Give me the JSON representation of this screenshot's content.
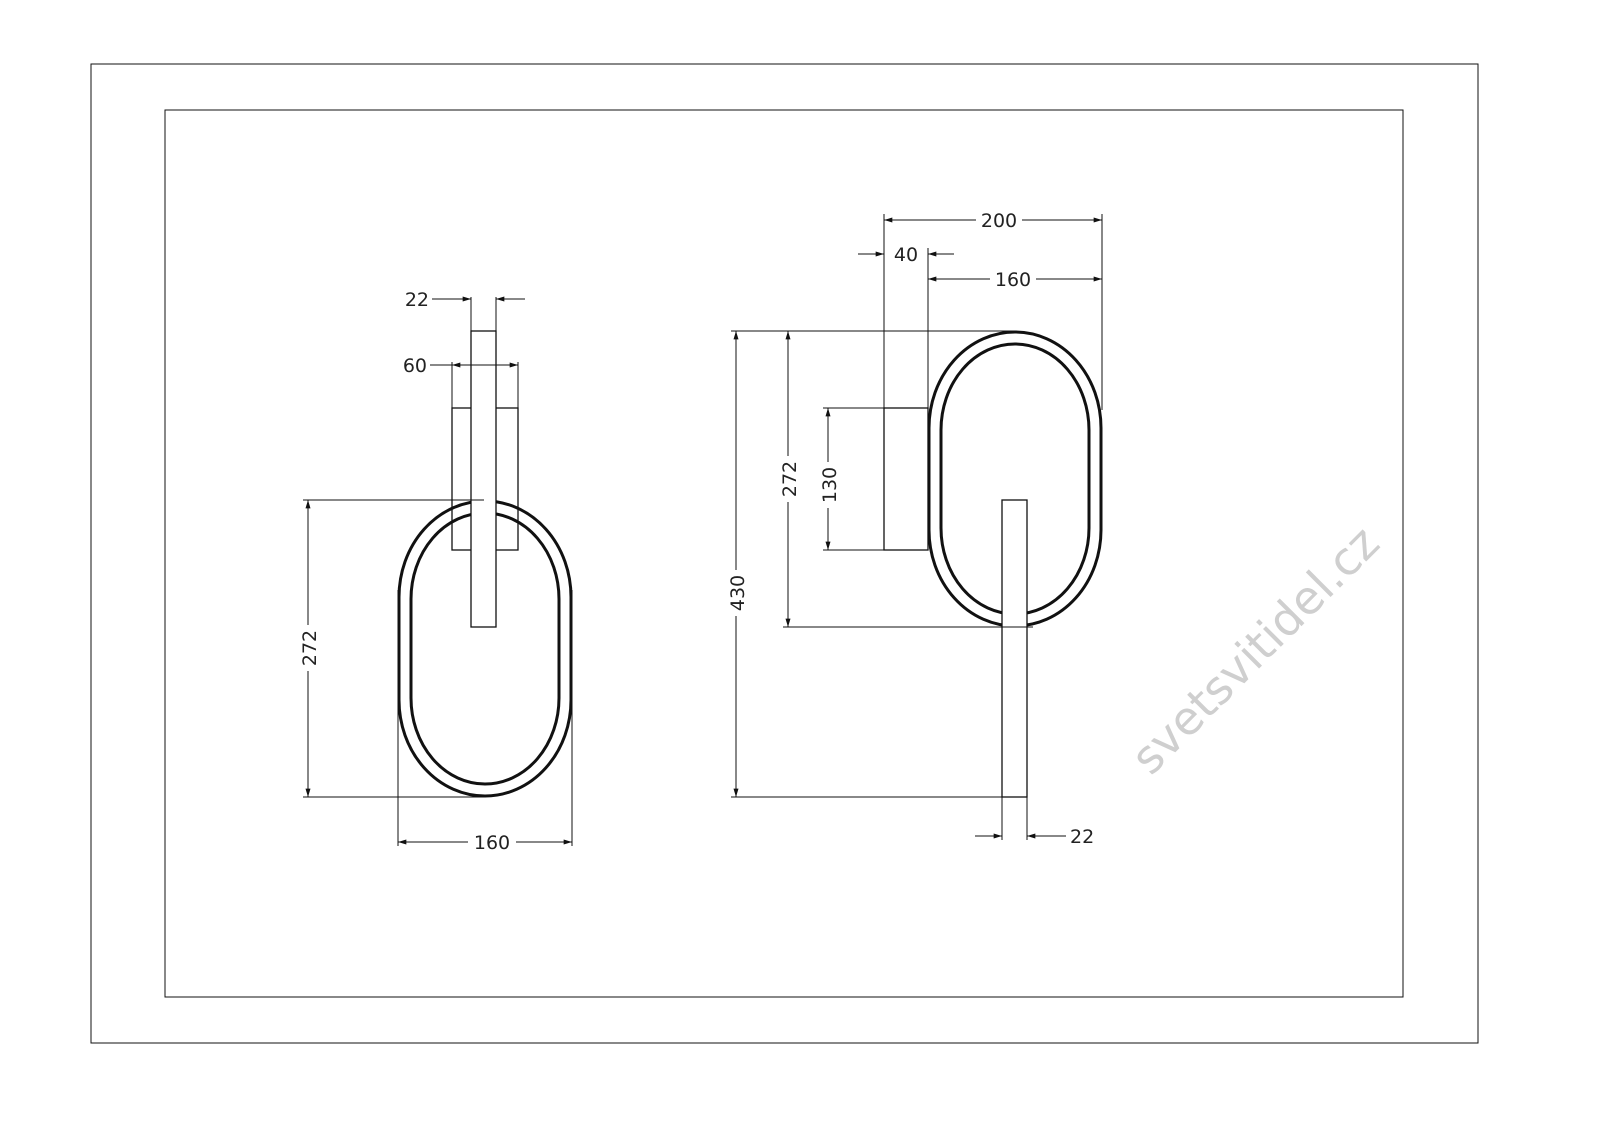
{
  "drawing": {
    "watermark": "svetsvitidel.cz",
    "front_view": {
      "rod_width": "22",
      "backplate_width": "60",
      "ring_height": "272",
      "ring_width": "160"
    },
    "side_view": {
      "total_depth": "200",
      "backplate_depth": "40",
      "ring_width": "160",
      "total_height": "430",
      "ring_height": "272",
      "backplate_height": "130",
      "rod_width": "22"
    }
  }
}
